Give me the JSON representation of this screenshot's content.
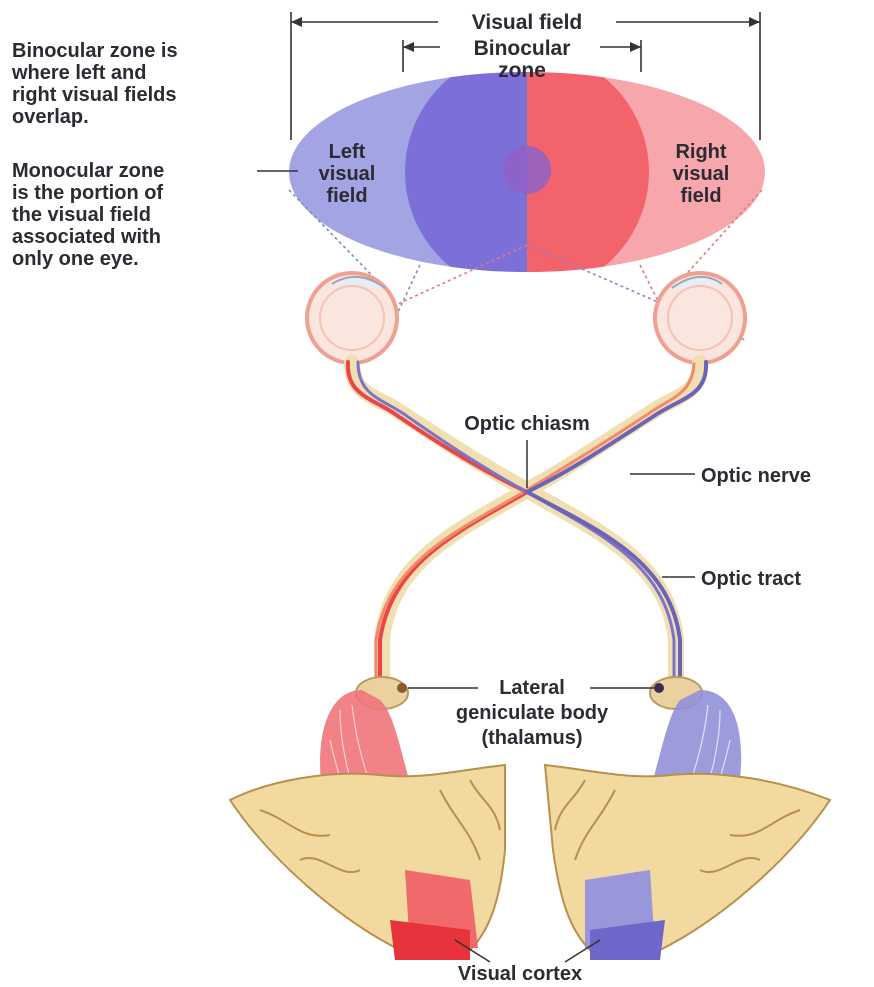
{
  "notes": {
    "binocular": [
      "Binocular zone is",
      "where left and",
      "right visual fields",
      "overlap."
    ],
    "monocular": [
      "Monocular zone",
      "is the portion of",
      "the visual field",
      "associated with",
      "only one eye."
    ]
  },
  "labels": {
    "visual_field": "Visual field",
    "binocular_zone": [
      "Binocular",
      "zone"
    ],
    "left_visual_field": [
      "Left",
      "visual",
      "field"
    ],
    "right_visual_field": [
      "Right",
      "visual",
      "field"
    ],
    "optic_chiasm": "Optic  chiasm",
    "optic_nerve": "Optic nerve",
    "optic_tract": "Optic tract",
    "lateral_geniculate_body": [
      "Lateral",
      "geniculate body",
      "(thalamus)"
    ],
    "visual_cortex": "Visual cortex"
  },
  "colors": {
    "left_field": "#9e9fe3",
    "right_field": "#f7a3a8",
    "binocular_left": "#7a6cd6",
    "binocular_right": "#f0626a",
    "left_pathway": "#7c74c8",
    "right_pathway": "#e8464a",
    "nerve_sheath": "#f1dfb2",
    "brain": "#f2d9a0",
    "text": "#2b2b33"
  }
}
